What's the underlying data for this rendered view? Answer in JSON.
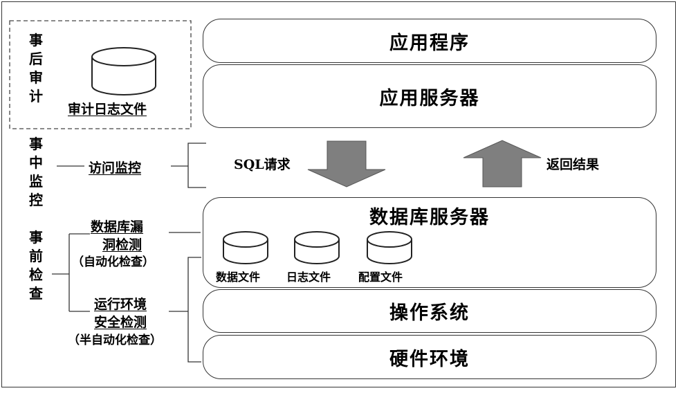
{
  "audit": {
    "post_label": "事后审计",
    "log_file": "审计日志文件"
  },
  "monitor": {
    "during_label": "事中监控",
    "access_monitor": "访问监控",
    "sql_request": "SQL请求",
    "return_result": "返回结果"
  },
  "check": {
    "pre_label": "事前检查",
    "vuln_line1": "数据库漏",
    "vuln_line2": "洞检测",
    "vuln_note": "（自动化检查）",
    "env_line1": "运行环境",
    "env_line2": "安全检测",
    "env_note": "（半自动化检查）"
  },
  "layers": {
    "application": "应用程序",
    "app_server": "应用服务器",
    "db_server": "数据库服务器",
    "os": "操作系统",
    "hardware": "硬件环境"
  },
  "db_files": [
    "数据文件",
    "日志文件",
    "配置文件"
  ]
}
